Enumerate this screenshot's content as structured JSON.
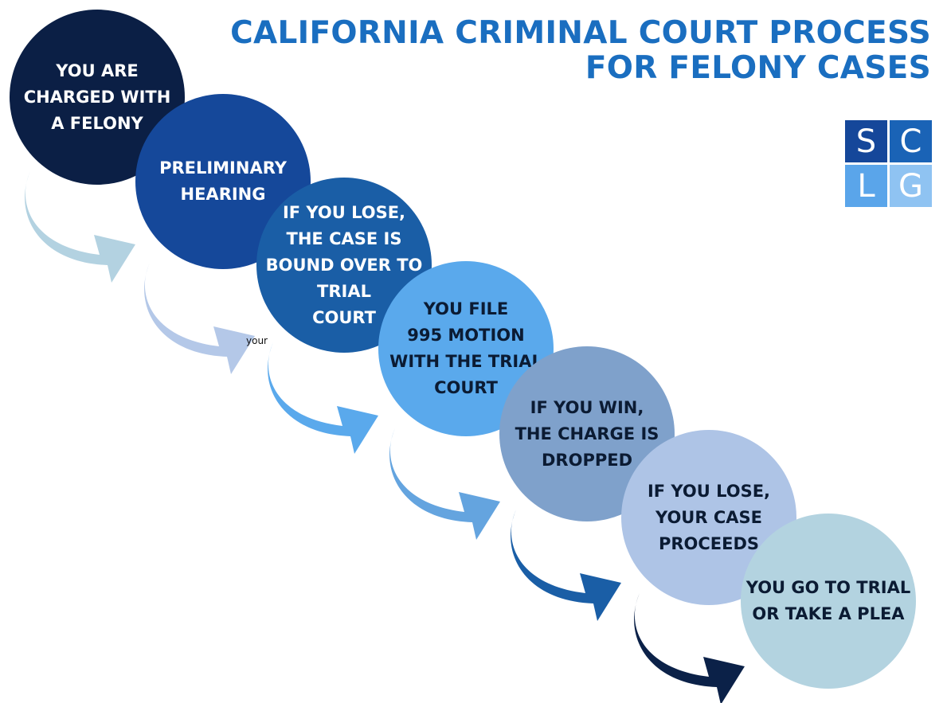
{
  "title": {
    "line1": "CALIFORNIA CRIMINAL COURT PROCESS",
    "line2": "FOR FELONY CASES",
    "color": "#1a6ec0"
  },
  "logo": {
    "letters": [
      "S",
      "C",
      "L",
      "G"
    ],
    "colors": [
      "#15479a",
      "#1a63b6",
      "#5aa5ea",
      "#8fc3f2"
    ]
  },
  "steps": [
    {
      "text": "YOU ARE\nCHARGED WITH\nA FELONY",
      "fill": "#0b1f45",
      "text_color": "#ffffff"
    },
    {
      "text": "PRELIMINARY\nHEARING",
      "fill": "#15489a",
      "text_color": "#ffffff"
    },
    {
      "text": "IF YOU LOSE,\nTHE CASE IS\nBOUND OVER TO\nTRIAL\nCOURT",
      "fill": "#1a5ea6",
      "text_color": "#ffffff"
    },
    {
      "text": "YOU FILE\n995 MOTION\nWITH THE TRIAL\nCOURT",
      "fill": "#5aa9ec",
      "text_color": "#0b1b33"
    },
    {
      "text": "IF YOU WIN,\nTHE CHARGE IS\nDROPPED",
      "fill": "#7fa1cb",
      "text_color": "#0b1b33"
    },
    {
      "text": "IF YOU LOSE,\nYOUR CASE\nPROCEEDS",
      "fill": "#aec4e6",
      "text_color": "#0b1b33"
    },
    {
      "text": "YOU GO TO TRIAL\nOR TAKE A PLEA",
      "fill": "#b3d3e0",
      "text_color": "#0b1b33"
    }
  ],
  "arrows": [
    {
      "color": "#b3d2e1"
    },
    {
      "color": "#b4c8e8"
    },
    {
      "color": "#5aa9ec"
    },
    {
      "color": "#64a4df"
    },
    {
      "color": "#1a5ea6"
    },
    {
      "color": "#0b2148"
    }
  ],
  "stray_text": "your"
}
